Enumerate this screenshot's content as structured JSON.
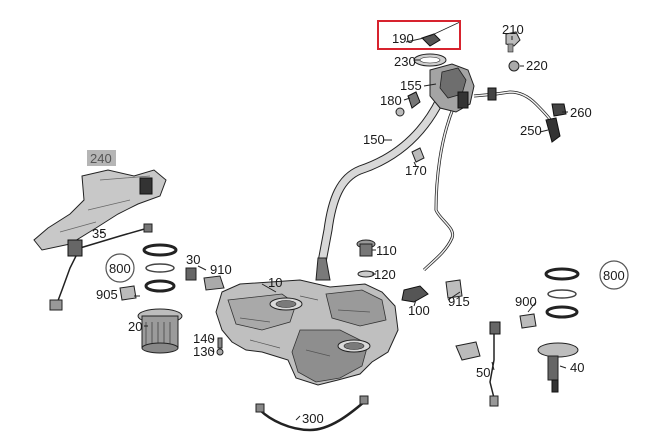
{
  "accent": "#d7232e",
  "callouts": {
    "c10": "10",
    "c20": "20",
    "c30": "30",
    "c35": "35",
    "c40": "40",
    "c50": "50",
    "c100": "100",
    "c110": "110",
    "c120": "120",
    "c130": "130",
    "c140": "140",
    "c150": "150",
    "c155": "155",
    "c170": "170",
    "c180": "180",
    "c190": "190",
    "c210": "210",
    "c220": "220",
    "c230": "230",
    "c240": "240",
    "c250": "250",
    "c260": "260",
    "c300": "300",
    "c800_left": "800",
    "c800_right": "800",
    "c900": "900",
    "c905": "905",
    "c910": "910",
    "c915": "915"
  },
  "highlighted_part": "190"
}
